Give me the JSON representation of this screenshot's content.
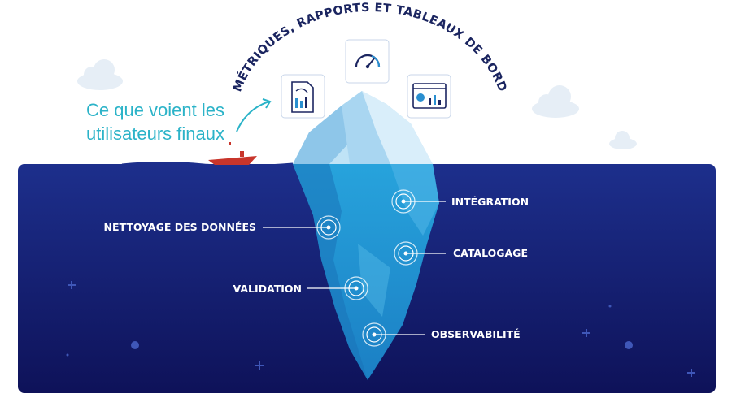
{
  "arc_title": "MÉTRIQUES, RAPPORTS ET TABLEAUX DE BORD",
  "caption": {
    "line1": "Ce que voient les",
    "line2": "utilisateurs finaux"
  },
  "top_icons": [
    {
      "icon": "report-document-icon"
    },
    {
      "icon": "speedometer-gauge-icon"
    },
    {
      "icon": "dashboard-icon"
    }
  ],
  "labels": {
    "integration": "INTÉGRATION",
    "nettoyage": "NETTOYAGE DES DONNÉES",
    "catalogage": "CATALOGAGE",
    "validation": "VALIDATION",
    "observabilite": "OBSERVABILITÉ"
  },
  "colors": {
    "ocean_top": "#1d2f8c",
    "ocean_bottom": "#0e1259",
    "caption": "#2bb3c8",
    "arc_text": "#1b2560",
    "iceberg_light": "#9fd2ef",
    "iceberg_dark": "#2a8fd0"
  }
}
